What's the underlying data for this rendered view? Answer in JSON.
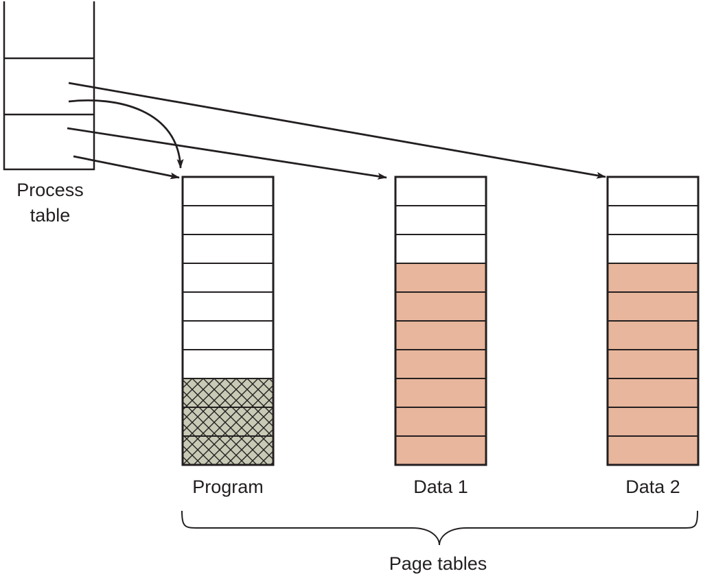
{
  "process_table": {
    "label_line1": "Process",
    "label_line2": "table"
  },
  "page_tables": {
    "label": "Page tables",
    "tables": [
      {
        "name": "Program",
        "rows": 10,
        "blank_rows": 7,
        "shaded_rows": 3,
        "fill": "crosshatch",
        "fill_color": "#c8cab5"
      },
      {
        "name": "Data 1",
        "rows": 10,
        "blank_rows": 3,
        "shaded_rows": 7,
        "fill": "solid",
        "fill_color": "#e8b69c"
      },
      {
        "name": "Data 2",
        "rows": 10,
        "blank_rows": 3,
        "shaded_rows": 7,
        "fill": "solid",
        "fill_color": "#e8b69c"
      }
    ]
  },
  "colors": {
    "line": "#231f20",
    "crosshatch_fill": "#c8cab5",
    "data_fill": "#e8b69c"
  }
}
